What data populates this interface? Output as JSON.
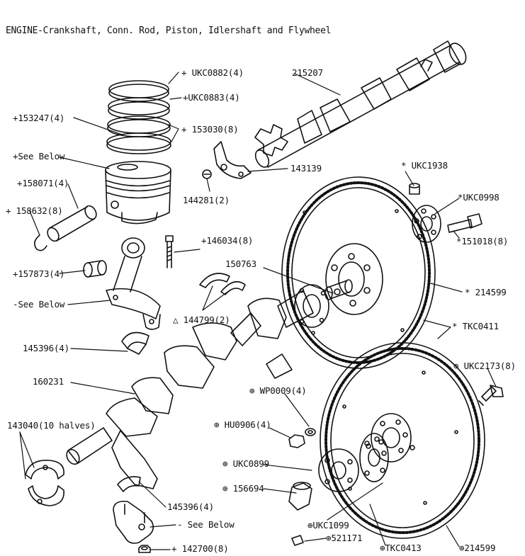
{
  "title": "ENGINE-Crankshaft, Conn. Rod, Piston, Idlershaft and Flywheel",
  "labels": {
    "ukc0882": "+ UKC0882(4)",
    "ukc0883": "+UKC0883(4)",
    "p153247": "+153247(4)",
    "p153030": "+ 153030(8)",
    "see_below_piston": "+See Below",
    "p158071": "+158071(4)",
    "p158632": "+ 158632(8)",
    "p157873": "+157873(4)",
    "see_below_rod": "-See Below",
    "p145396_top": "145396(4)",
    "p160231": "160231",
    "p143040": "143040(10 halves)",
    "p145396_bottom": "145396(4)",
    "see_below_cap": "- See Below",
    "p142700": "+ 142700(8)",
    "p215207": "215207",
    "p143139": "143139",
    "p144281": "144281(2)",
    "p146034": "+146034(8)",
    "p150763": "150763",
    "p144799": "△ 144799(2)",
    "ukc1938": "* UKC1938",
    "ukc0998": "*UKC0998",
    "p151018": "*151018(8)",
    "p214599_top": "* 214599",
    "tkc0411": "* TKC0411",
    "ukc2173": "⊕ UKC2173(8)",
    "wp0009": "⊕ WP0009(4)",
    "hu0906": "⊕ HU0906(4)",
    "ukc0899": "⊕ UKC0899",
    "p156694": "⊕ 156694",
    "ukc1099": "⊕UKC1099",
    "p521171": "⊕521171",
    "tkc0413": "⊕TKC0413",
    "p214599_bottom": "⊕214599"
  }
}
